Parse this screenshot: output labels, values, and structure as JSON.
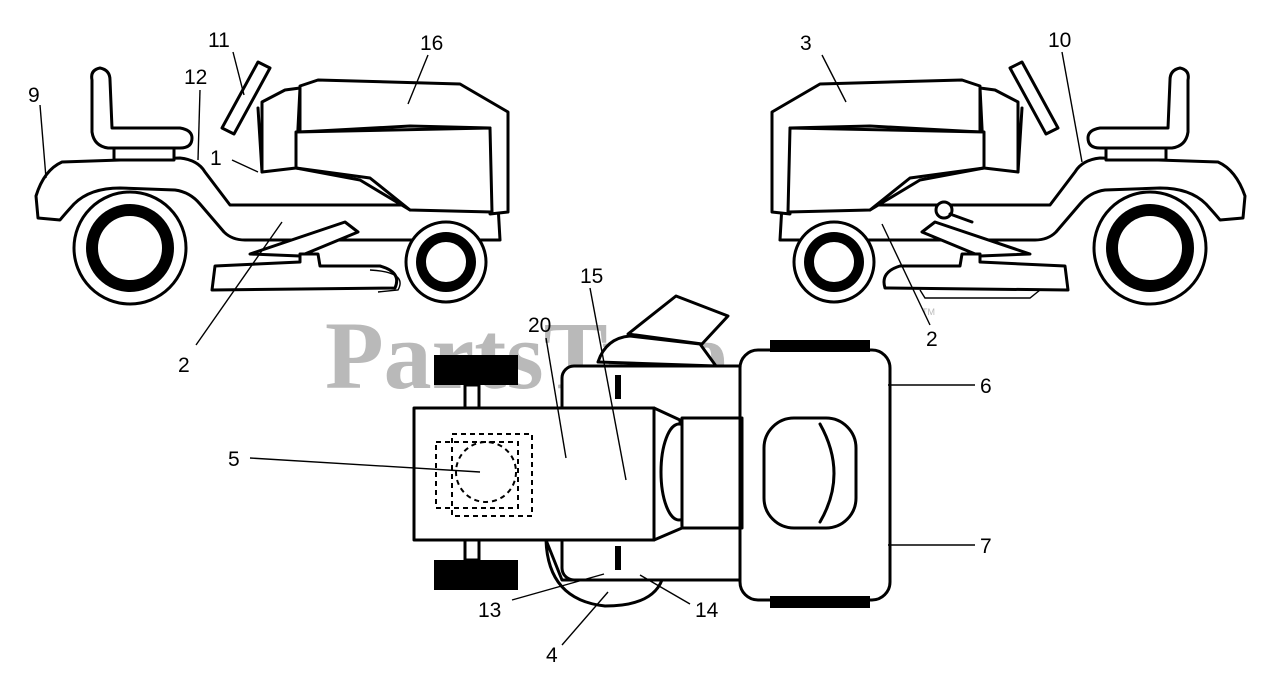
{
  "watermark": {
    "text": "PartsTree",
    "trademark": "TM"
  },
  "callouts": {
    "c1": "1",
    "c2a": "2",
    "c2b": "2",
    "c3": "3",
    "c4": "4",
    "c5": "5",
    "c6": "6",
    "c7": "7",
    "c9": "9",
    "c10": "10",
    "c11": "11",
    "c12": "12",
    "c13": "13",
    "c14": "14",
    "c15": "15",
    "c16": "16",
    "c20": "20"
  },
  "colors": {
    "line": "#000000",
    "watermark": "#b9b9b9",
    "background": "#ffffff"
  }
}
